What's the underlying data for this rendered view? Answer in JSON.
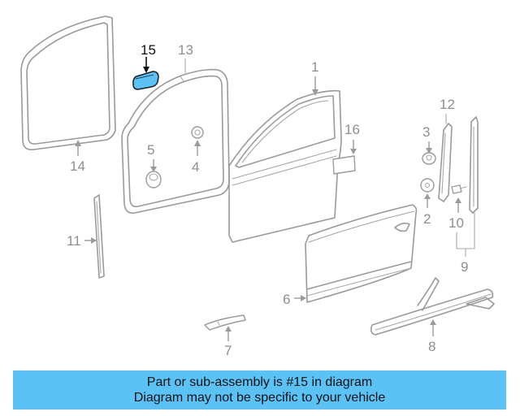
{
  "labels": {
    "p1": "1",
    "p2": "2",
    "p3": "3",
    "p4": "4",
    "p5": "5",
    "p6": "6",
    "p7": "7",
    "p8": "8",
    "p9": "9",
    "p10": "10",
    "p11": "11",
    "p12": "12",
    "p13": "13",
    "p14": "14",
    "p15": "15",
    "p16": "16"
  },
  "highlight_part": "15",
  "highlight_color": "#5bc2f5",
  "banner": {
    "line1": "Part or sub-assembly is #15 in diagram",
    "line2": "Diagram may not be specific to your vehicle",
    "background": "#5bc2f5"
  }
}
